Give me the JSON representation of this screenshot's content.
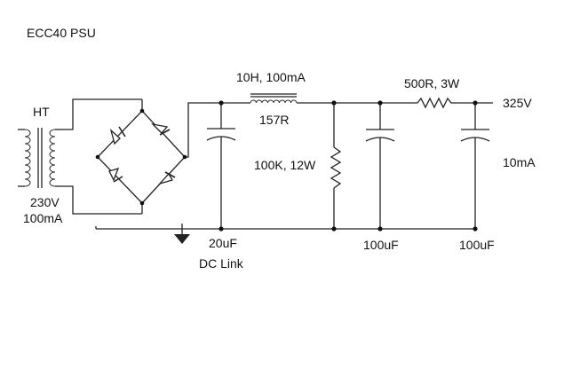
{
  "title": "ECC40 PSU",
  "transformer": {
    "label": "HT",
    "voltage": "230V",
    "current": "100mA"
  },
  "choke": {
    "rating": "10H, 100mA",
    "resistance": "157R"
  },
  "dc_link": {
    "value": "20uF",
    "label": "DC Link"
  },
  "bleeder": {
    "rating": "100K, 12W"
  },
  "series_resistor": {
    "rating": "500R, 3W"
  },
  "cap2": {
    "value": "100uF"
  },
  "cap3": {
    "value": "100uF"
  },
  "output": {
    "voltage": "325V",
    "current": "10mA"
  }
}
